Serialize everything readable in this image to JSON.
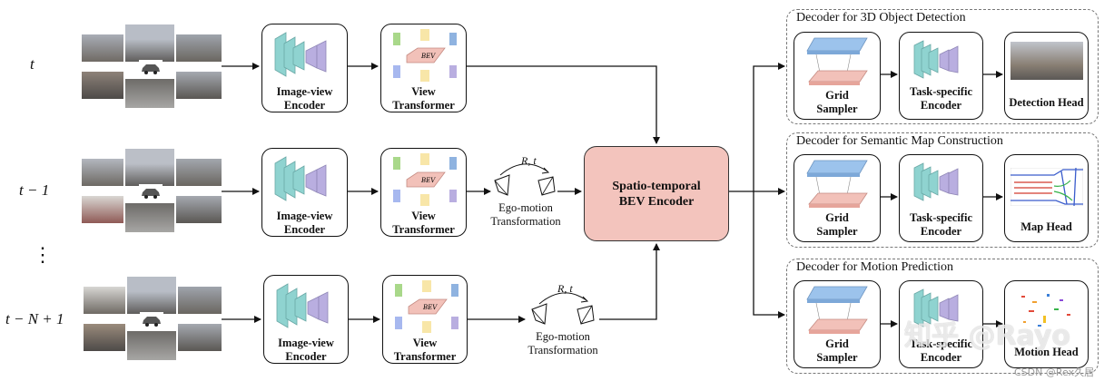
{
  "rows": [
    {
      "time_label": "t",
      "encoder_label": [
        "Image-view",
        "Encoder"
      ],
      "transformer_label": [
        "View",
        "Transformer"
      ]
    },
    {
      "time_label": "t − 1",
      "encoder_label": [
        "Image-view",
        "Encoder"
      ],
      "transformer_label": [
        "View",
        "Transformer"
      ],
      "ego_label": [
        "Ego-motion",
        "Transformation"
      ],
      "rt_label": "R, t"
    },
    {
      "time_label": "t − N + 1",
      "encoder_label": [
        "Image-view",
        "Encoder"
      ],
      "transformer_label": [
        "View",
        "Transformer"
      ],
      "ego_label": [
        "Ego-motion",
        "Transformation"
      ],
      "rt_label": "R, t"
    }
  ],
  "ellipsis": "⋮",
  "bev_tag": "BEV",
  "spatio_temporal": [
    "Spatio-temporal",
    "BEV Encoder"
  ],
  "decoders": [
    {
      "title": "Decoder for 3D Object Detection",
      "sampler": [
        "Grid",
        "Sampler"
      ],
      "task": [
        "Task-specific",
        "Encoder"
      ],
      "head": "Detection Head"
    },
    {
      "title": "Decoder for Semantic Map Construction",
      "sampler": [
        "Grid",
        "Sampler"
      ],
      "task": [
        "Task-specific",
        "Encoder"
      ],
      "head": "Map Head"
    },
    {
      "title": "Decoder for Motion Prediction",
      "sampler": [
        "Grid",
        "Sampler"
      ],
      "task": [
        "Task-specific",
        "Encoder"
      ],
      "head": "Motion Head"
    }
  ],
  "watermark": {
    "main": "知乎 @Rayo",
    "sub": "CSDN @Rex久居"
  },
  "colors": {
    "encoder_teal": "#8fd3d0",
    "encoder_purple": "#b9aee0",
    "bev_pink": "#f3c4bd",
    "sampler_blue": "#9cc3ec",
    "sampler_pink": "#f2c1b9"
  }
}
